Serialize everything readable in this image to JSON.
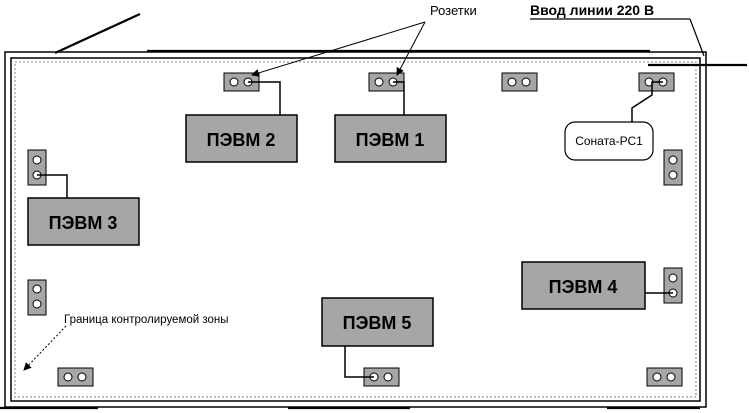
{
  "labels": {
    "sockets": "Розетки",
    "power_input": "Ввод линии 220 В",
    "zone_boundary": "Граница контролируемой зоны"
  },
  "devices": {
    "pc2": "ПЭВМ 2",
    "pc1": "ПЭВМ 1",
    "pc3": "ПЭВМ 3",
    "pc4": "ПЭВМ 4",
    "pc5": "ПЭВМ 5",
    "sonata": "Соната-РС1"
  },
  "colors": {
    "pc_box_fill": "#a6a6a6",
    "socket_fill": "#a6a6a6",
    "line": "#000000",
    "zone_boundary": "#808080"
  }
}
